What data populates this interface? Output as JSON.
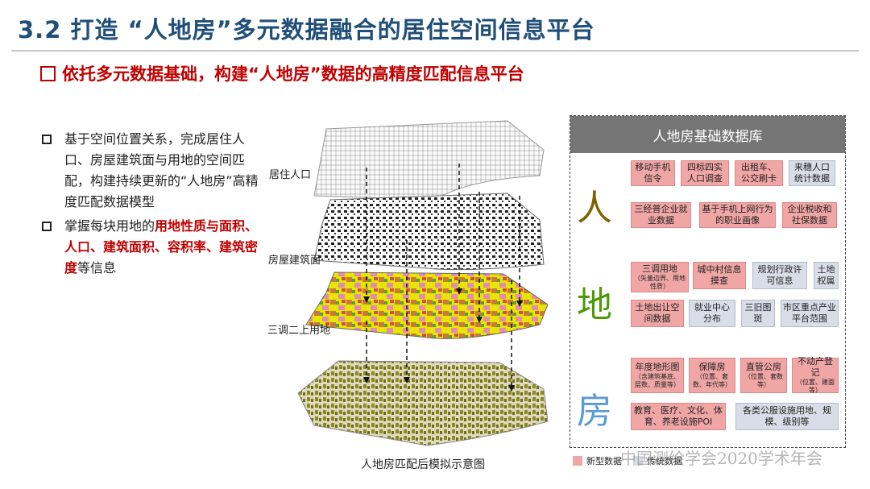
{
  "header": {
    "title": "3.2 打造 “人地房”多元数据融合的居住空间信息平台",
    "subtitle": "依托多元数据基础，构建“人地房”数据的高精度匹配信息平台"
  },
  "bullets": {
    "item1": "基于空间位置关系，完成居住人口、房屋建筑面与用地的空间匹配，构建持续更新的“人地房”高精度匹配数据模型",
    "item2_prefix": "掌握每块用地的",
    "item2_highlight": "用地性质与面积、人口、建筑面积、容积率、建筑密度",
    "item2_suffix": "等信息"
  },
  "diagram": {
    "layer1_label": "居住人口",
    "layer2_label": "房屋建筑面",
    "layer3_label": "三调二上用地",
    "caption": "人地房匹配后模拟示意图"
  },
  "database": {
    "title": "人地房基础数据库",
    "char_ren": "人",
    "char_di": "地",
    "char_fang": "房",
    "ren": [
      {
        "label": "移动手机信令",
        "type": "new"
      },
      {
        "label": "四标四实人口调查",
        "type": "new"
      },
      {
        "label": "出租车、公交刷卡",
        "type": "new"
      },
      {
        "label": "来穗人口统计数据",
        "type": "old"
      },
      {
        "label": "三经普企业就业数据",
        "type": "new"
      },
      {
        "label": "基于手机上网行为的职业画像",
        "type": "new"
      },
      {
        "label": "企业税收和社保数据",
        "type": "new"
      }
    ],
    "di": [
      {
        "label": "三调用地",
        "note": "（矢量边界、用地性质）",
        "type": "new"
      },
      {
        "label": "城中村信息摸查",
        "type": "new"
      },
      {
        "label": "规划行政许可信息",
        "type": "old"
      },
      {
        "label": "土地权属",
        "type": "old"
      },
      {
        "label": "土地出让空间数据",
        "type": "new"
      },
      {
        "label": "就业中心分布",
        "type": "old"
      },
      {
        "label": "三旧图斑",
        "type": "old"
      },
      {
        "label": "市区重点产业平台范围",
        "type": "old"
      }
    ],
    "fang": [
      {
        "label": "年度地形图",
        "note": "（含建筑基底、层数、质量等）",
        "type": "new"
      },
      {
        "label": "保障房",
        "note": "（位置、套数、年代等）",
        "type": "new"
      },
      {
        "label": "直管公房",
        "note": "（位置、套数等）",
        "type": "new"
      },
      {
        "label": "不动产登记",
        "note": "（位置、建面等）",
        "type": "new"
      },
      {
        "label": "教育、医疗、文化、体育、养老设施POI",
        "type": "new"
      },
      {
        "label": "各类公服设施用地、规模、级别等",
        "type": "old"
      }
    ]
  },
  "legend": {
    "new_label": "新型数据",
    "old_label": "传统数据"
  },
  "watermark": "中国测绘学会2020学术年会",
  "colors": {
    "title": "#1f4e79",
    "accent_red": "#c00000",
    "new_data": "#f1a6a6",
    "old_data": "#d9dde7",
    "char_ren": "#7f6000",
    "char_di": "#4e9a06",
    "char_fang": "#5b9bd5"
  }
}
